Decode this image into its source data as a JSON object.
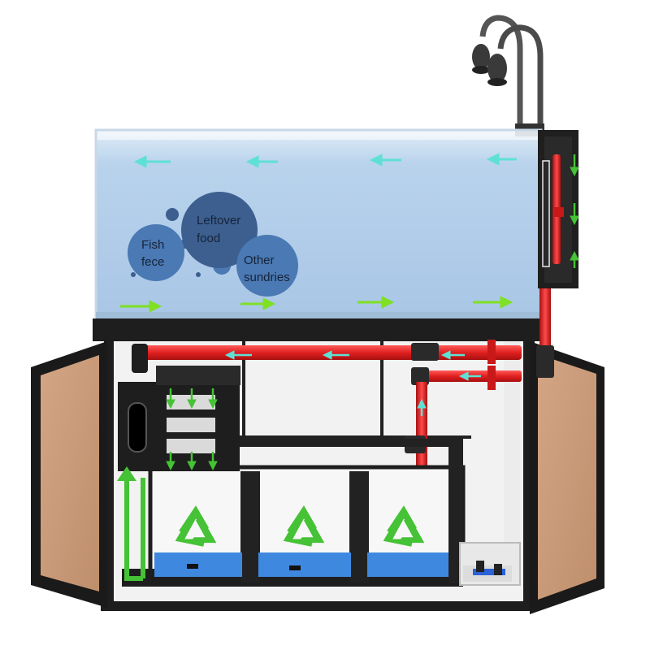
{
  "labels": {
    "fish_feces": [
      "Fish",
      "fece"
    ],
    "leftover_food": [
      "Leftover",
      "food"
    ],
    "other_sundries": [
      "Other",
      "sundries"
    ]
  },
  "colors": {
    "water": "#b6cfe8",
    "bubble_dark": "#3c5f8f",
    "bubble_mid": "#4a79b3",
    "pipe_red": "#e02a2a",
    "flow_arrow_green": "#7fe024",
    "flow_arrow_cyan": "#5fe0d5",
    "cabinet": "#1e1e1e",
    "door_panel": "#c99a78",
    "recycle_green": "#45c235",
    "sump_water": "#3f88e0"
  },
  "icons": [
    "recycle-icon",
    "flow-arrow-icon",
    "bubble-icon",
    "light-lamp-icon"
  ]
}
